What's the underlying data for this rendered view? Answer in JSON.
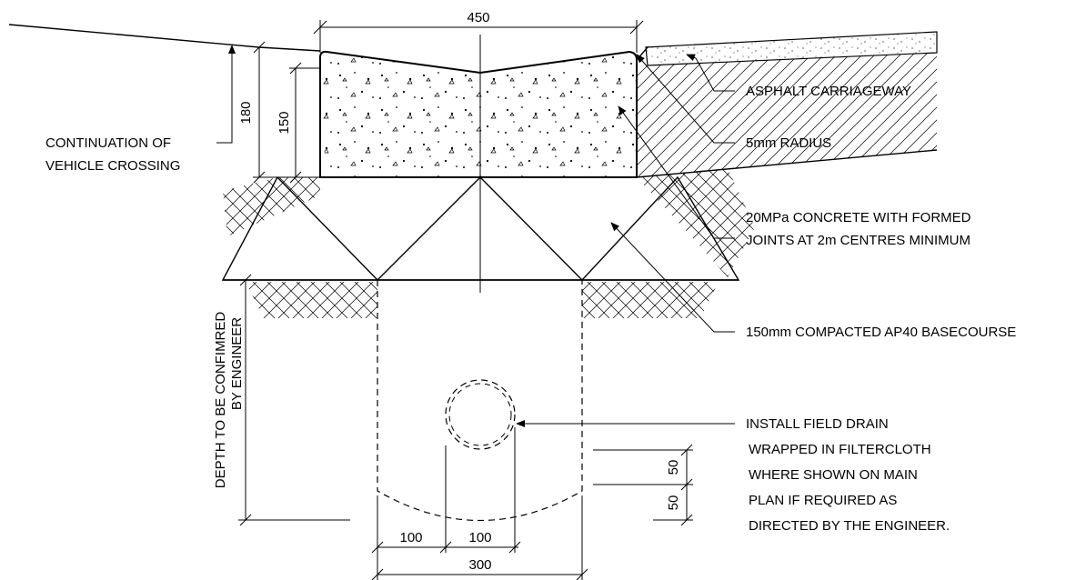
{
  "labels": {
    "continuation_line1": "CONTINUATION OF",
    "continuation_line2": "VEHICLE CROSSING",
    "asphalt": "ASPHALT CARRIAGEWAY",
    "radius": "5mm RADIUS",
    "concrete_line1": "20MPa  CONCRETE WITH FORMED",
    "concrete_line2": "JOINTS AT 2m CENTRES MINIMUM",
    "basecourse": "150mm COMPACTED AP40 BASECOURSE",
    "drain_line1": "INSTALL FIELD DRAIN",
    "drain_line2": "WRAPPED IN FILTERCLOTH",
    "drain_line3": "WHERE SHOWN ON MAIN",
    "drain_line4": "PLAN IF REQUIRED AS",
    "drain_line5": "DIRECTED BY THE ENGINEER.",
    "depth_line1": "DEPTH TO BE CONFIMRED",
    "depth_line2": "BY ENGINEER"
  },
  "dimensions": {
    "channel_width": "450",
    "overall_depth": "180",
    "concrete_depth": "150",
    "drain_offset_left": "100",
    "drain_offset_right": "100",
    "trench_width": "300",
    "bedding_top": "50",
    "bedding_bottom": "50"
  }
}
